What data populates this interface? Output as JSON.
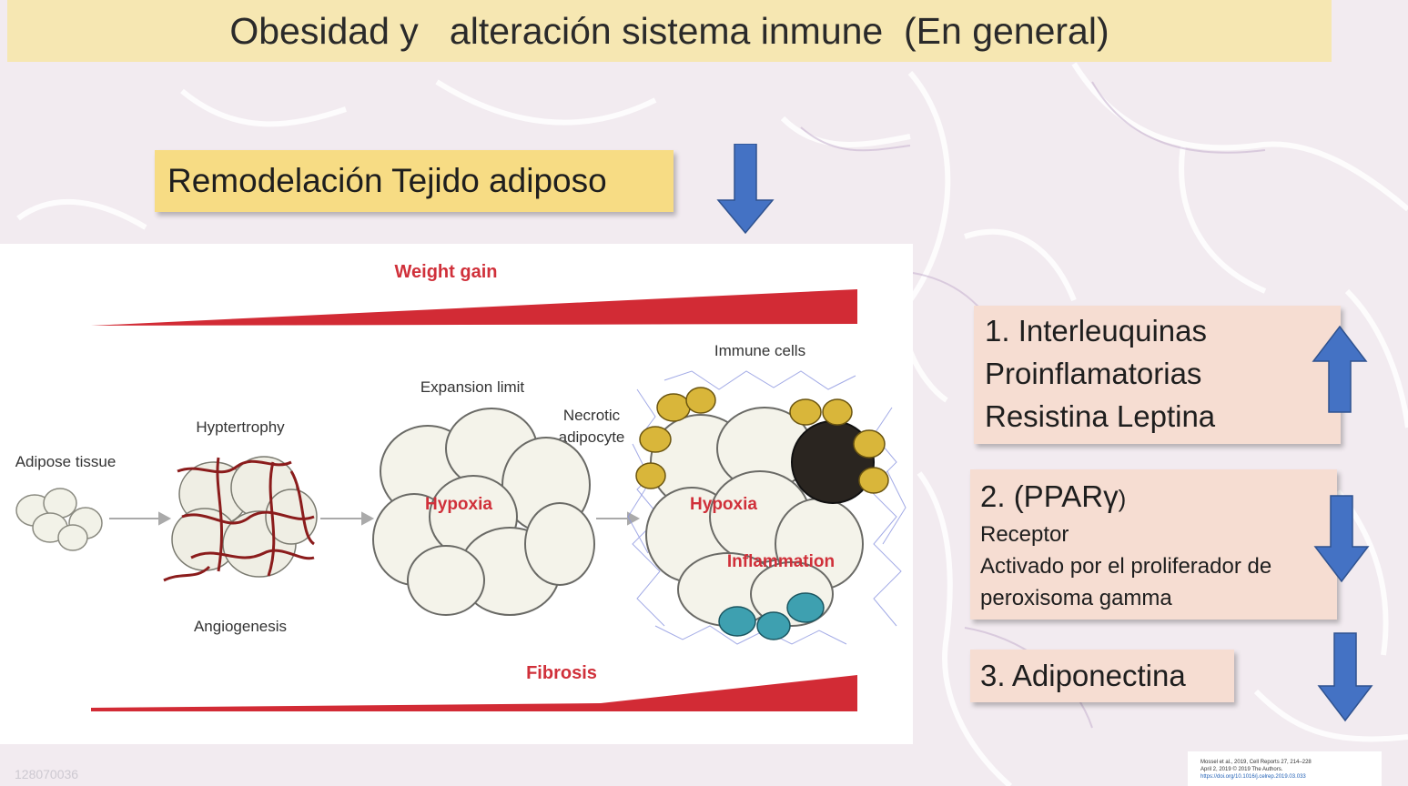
{
  "slide": {
    "title": "Obesidad y   alteración sistema inmune  (En general)",
    "subtitle": "Remodelación Tejido adiposo",
    "colors": {
      "title_bg": "#f6e7b2",
      "subtitle_bg": "#f7dc84",
      "box_bg": "#f6ddd2",
      "arrow_blue": "#4472c4",
      "red": "#d0303a"
    }
  },
  "figure": {
    "weight_gain": "Weight gain",
    "fibrosis": "Fibrosis",
    "adipose_tissue": "Adipose tissue",
    "hypertrophy": "Hyptertrophy",
    "angiogenesis": "Angiogenesis",
    "expansion_limit": "Expansion limit",
    "necrotic_adipocyte_1": "Necrotic",
    "necrotic_adipocyte_2": "adipocyte",
    "immune_cells": "Immune cells",
    "hypoxia_1": "Hypoxia",
    "hypoxia_2": "Hypoxia",
    "inflammation": "Inflammation"
  },
  "side_boxes": {
    "box1": {
      "line1": "1. Interleuquinas",
      "line2": "Proinflamatorias",
      "line3": "Resistina Leptina",
      "arrow": "up-arrow"
    },
    "box2": {
      "heading": "2. (PPARγ",
      "heading_close": ")",
      "line1": "Receptor",
      "line2": "Activado por el proliferador de",
      "line3": "peroxisoma gamma",
      "arrow": "down-arrow"
    },
    "box3": {
      "line1": "3. Adiponectina",
      "arrow": "down-arrow"
    }
  },
  "reference": {
    "line1": "Mossel et al., 2019, Cell Reports 27, 214–228",
    "line2": "April 2, 2019 © 2019 The Authors.",
    "line3": "https://doi.org/10.1016/j.celrep.2019.03.033"
  },
  "watermark": "128070036"
}
